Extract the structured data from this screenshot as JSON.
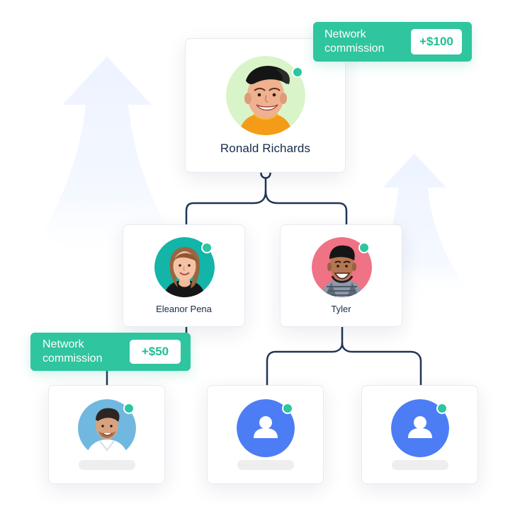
{
  "root": {
    "name": "Ronald Richards",
    "avatar_icon": "young-man-backwards-cap-avatar",
    "status_color": "#2cc6a0"
  },
  "children": [
    {
      "name": "Eleanor Pena",
      "avatar_icon": "woman-portrait-avatar",
      "status_color": "#2cc6a0"
    },
    {
      "name": "Tyler",
      "avatar_icon": "smiling-man-avatar",
      "status_color": "#2cc6a0"
    }
  ],
  "grandchildren": [
    {
      "avatar_icon": "man-portrait-avatar",
      "status_color": "#2cc6a0"
    },
    {
      "avatar_icon": "user-placeholder-icon",
      "status_color": "#2cc6a0"
    },
    {
      "avatar_icon": "user-placeholder-icon",
      "status_color": "#2cc6a0"
    }
  ],
  "commission_badges": [
    {
      "label": "Network commission",
      "amount": "+$100"
    },
    {
      "label": "Network commission",
      "amount": "+$50"
    }
  ],
  "colors": {
    "connector": "#1f3655",
    "badge": "#2fc59e",
    "badge_amount_text": "#1fbf92",
    "placeholder_avatar": "#4d7df5",
    "background_arrows": "#edf3ff"
  }
}
